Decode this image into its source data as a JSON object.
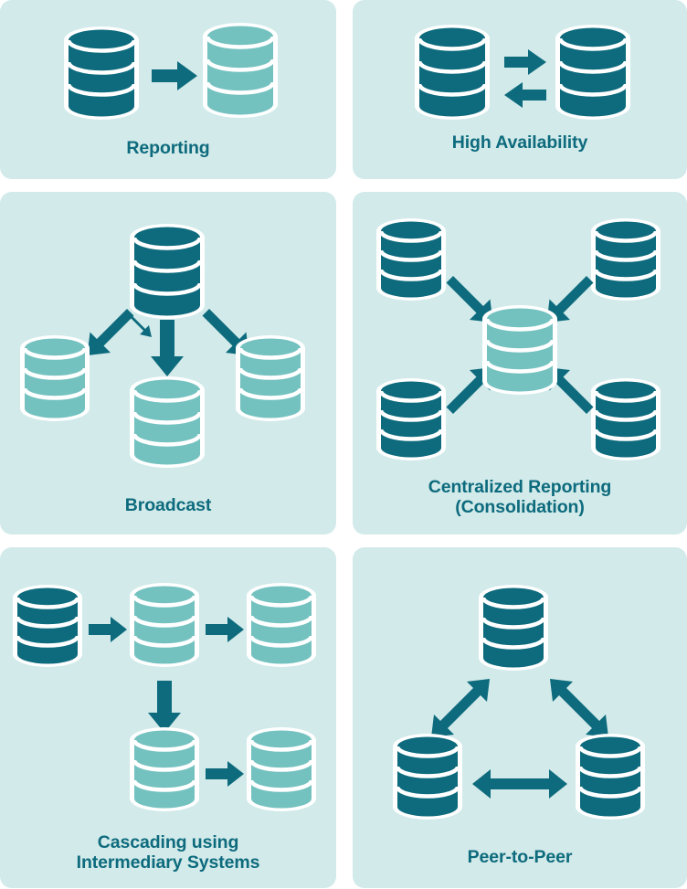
{
  "diagram": {
    "title_semantic": "database-replication-topologies",
    "colors": {
      "panel_background": "#d2eaea",
      "page_background": "#ffffff",
      "node_primary": "#0d6b7d",
      "node_secondary": "#74c2c0",
      "node_outline": "#ffffff",
      "arrow": "#0d6b7d",
      "caption_text": "#0d6b7d"
    },
    "panels": [
      {
        "id": "reporting",
        "caption": "Reporting",
        "nodes": [
          {
            "name": "source-database",
            "tone": "primary"
          },
          {
            "name": "reporting-replica-database",
            "tone": "secondary"
          }
        ],
        "arrows": [
          {
            "name": "source-to-replica-arrow",
            "direction": "right",
            "heads": 1
          }
        ]
      },
      {
        "id": "high-availability",
        "caption": "High Availability",
        "nodes": [
          {
            "name": "primary-database",
            "tone": "primary"
          },
          {
            "name": "standby-database",
            "tone": "primary"
          }
        ],
        "arrows": [
          {
            "name": "primary-to-standby-arrow",
            "direction": "right",
            "heads": 1
          },
          {
            "name": "standby-to-primary-arrow",
            "direction": "left",
            "heads": 1
          }
        ]
      },
      {
        "id": "broadcast",
        "caption": "Broadcast",
        "nodes": [
          {
            "name": "broadcast-source-database",
            "tone": "primary"
          },
          {
            "name": "broadcast-target-left-database",
            "tone": "secondary"
          },
          {
            "name": "broadcast-target-center-database",
            "tone": "secondary"
          },
          {
            "name": "broadcast-target-right-database",
            "tone": "secondary"
          }
        ],
        "arrows": [
          {
            "name": "broadcast-arrow-left",
            "direction": "down-left",
            "heads": 1
          },
          {
            "name": "broadcast-arrow-center",
            "direction": "down",
            "heads": 1
          },
          {
            "name": "broadcast-arrow-right",
            "direction": "down-right",
            "heads": 1
          }
        ]
      },
      {
        "id": "centralized-reporting",
        "caption": "Centralized Reporting\n(Consolidation)",
        "nodes": [
          {
            "name": "source-top-left-database",
            "tone": "primary"
          },
          {
            "name": "source-top-right-database",
            "tone": "primary"
          },
          {
            "name": "source-bottom-left-database",
            "tone": "primary"
          },
          {
            "name": "source-bottom-right-database",
            "tone": "primary"
          },
          {
            "name": "consolidated-central-database",
            "tone": "secondary"
          }
        ],
        "arrows": [
          {
            "name": "consolidation-arrow-top-left",
            "direction": "down-right",
            "heads": 1
          },
          {
            "name": "consolidation-arrow-top-right",
            "direction": "down-left",
            "heads": 1
          },
          {
            "name": "consolidation-arrow-bottom-left",
            "direction": "up-right",
            "heads": 1
          },
          {
            "name": "consolidation-arrow-bottom-right",
            "direction": "up-left",
            "heads": 1
          }
        ]
      },
      {
        "id": "cascading",
        "caption": "Cascading using\nIntermediary Systems",
        "nodes": [
          {
            "name": "cascade-source-database",
            "tone": "primary"
          },
          {
            "name": "cascade-intermediary-database",
            "tone": "secondary"
          },
          {
            "name": "cascade-top-right-database",
            "tone": "secondary"
          },
          {
            "name": "cascade-bottom-center-database",
            "tone": "secondary"
          },
          {
            "name": "cascade-bottom-right-database",
            "tone": "secondary"
          }
        ],
        "arrows": [
          {
            "name": "cascade-arrow-source-to-intermediary",
            "direction": "right",
            "heads": 1
          },
          {
            "name": "cascade-arrow-intermediary-to-right",
            "direction": "right",
            "heads": 1
          },
          {
            "name": "cascade-arrow-intermediary-to-bottom",
            "direction": "down",
            "heads": 1
          },
          {
            "name": "cascade-arrow-bottom-to-right",
            "direction": "right",
            "heads": 1
          }
        ]
      },
      {
        "id": "peer-to-peer",
        "caption": "Peer-to-Peer",
        "nodes": [
          {
            "name": "peer-top-database",
            "tone": "primary"
          },
          {
            "name": "peer-bottom-left-database",
            "tone": "primary"
          },
          {
            "name": "peer-bottom-right-database",
            "tone": "primary"
          }
        ],
        "arrows": [
          {
            "name": "peer-arrow-top-to-bottom-left",
            "direction": "diagonal",
            "heads": 2
          },
          {
            "name": "peer-arrow-top-to-bottom-right",
            "direction": "diagonal",
            "heads": 2
          },
          {
            "name": "peer-arrow-bottom-left-to-bottom-right",
            "direction": "horizontal",
            "heads": 2
          }
        ]
      }
    ]
  }
}
